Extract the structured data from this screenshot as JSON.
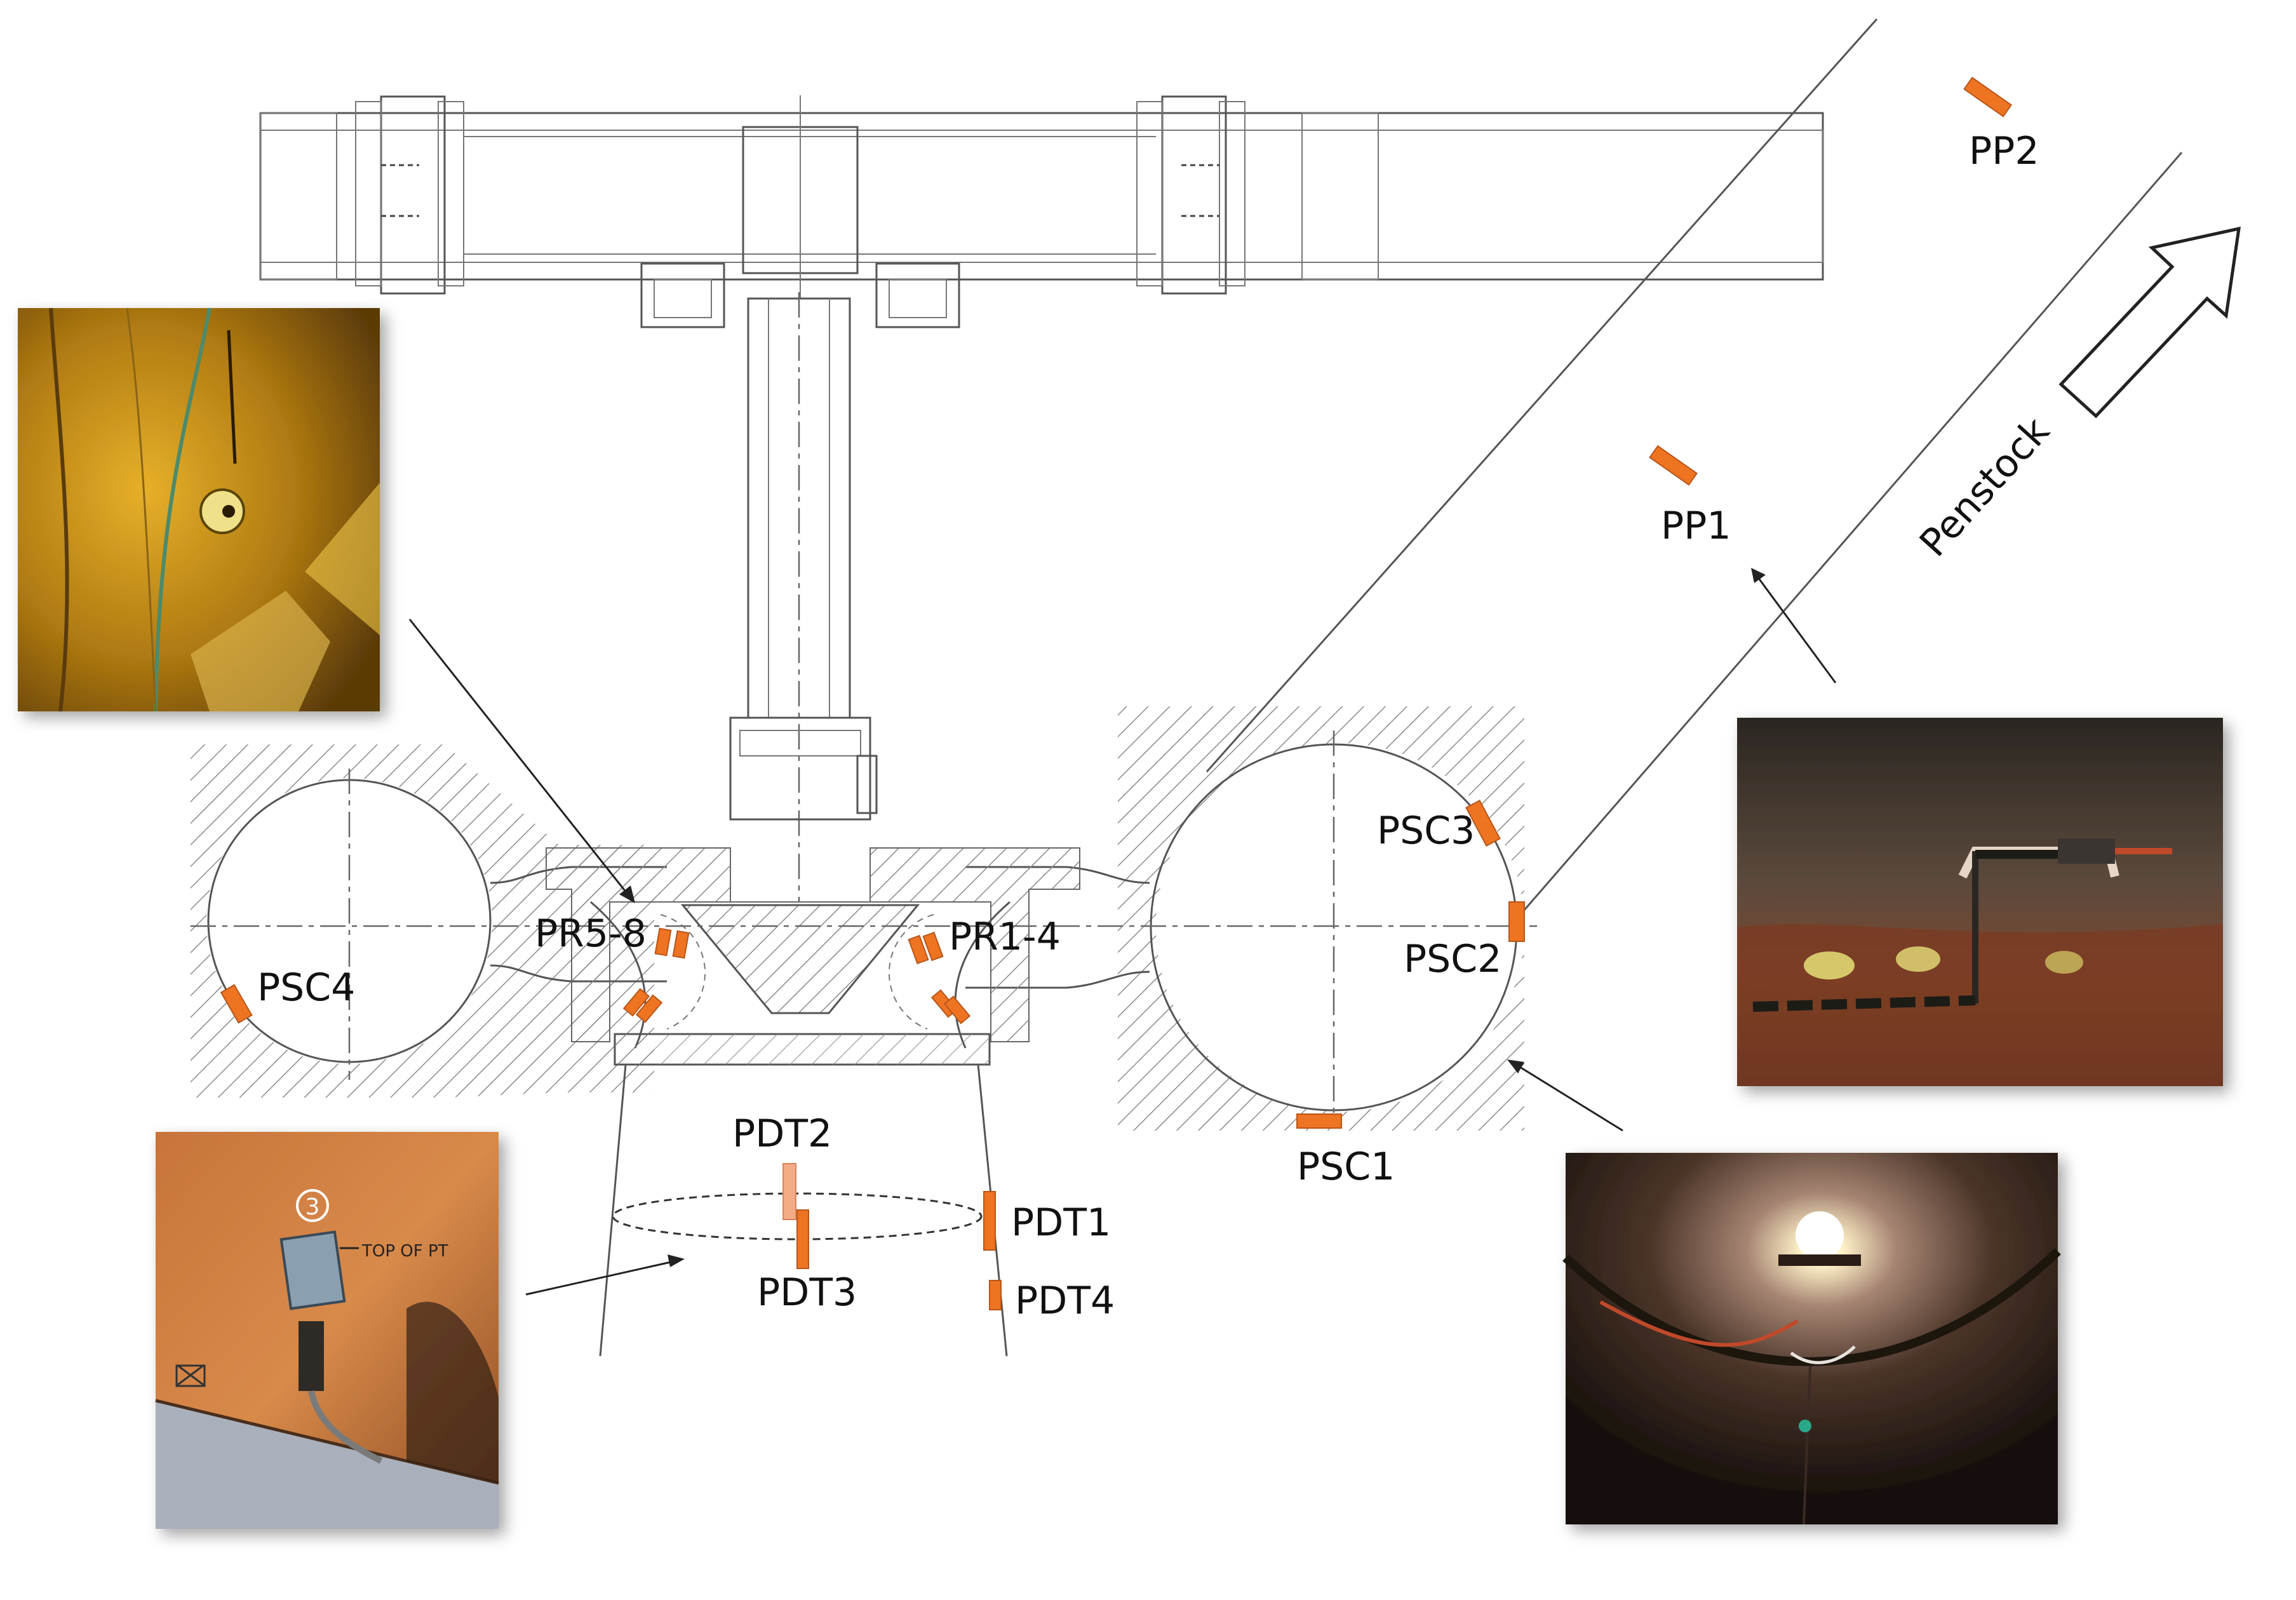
{
  "labels": {
    "pp2": "PP2",
    "pp1": "PP1",
    "penstock": "Penstock",
    "psc3": "PSC3",
    "psc2": "PSC2",
    "psc1": "PSC1",
    "psc4": "PSC4",
    "pr58": "PR5-8",
    "pr14": "PR1-4",
    "pdt1": "PDT1",
    "pdt2": "PDT2",
    "pdt3": "PDT3",
    "pdt4": "PDT4"
  },
  "photo_text": {
    "sensor_number": "3",
    "top_of_pt": "TOP OF PT"
  },
  "colors": {
    "sensor": "#ee7422",
    "sensor_light": "#f4ac86",
    "sensor_stroke": "#b8561a",
    "hatch": "#888888",
    "line": "#555555"
  },
  "icons": {
    "flow_arrow": "outline-arrow-up-right"
  }
}
